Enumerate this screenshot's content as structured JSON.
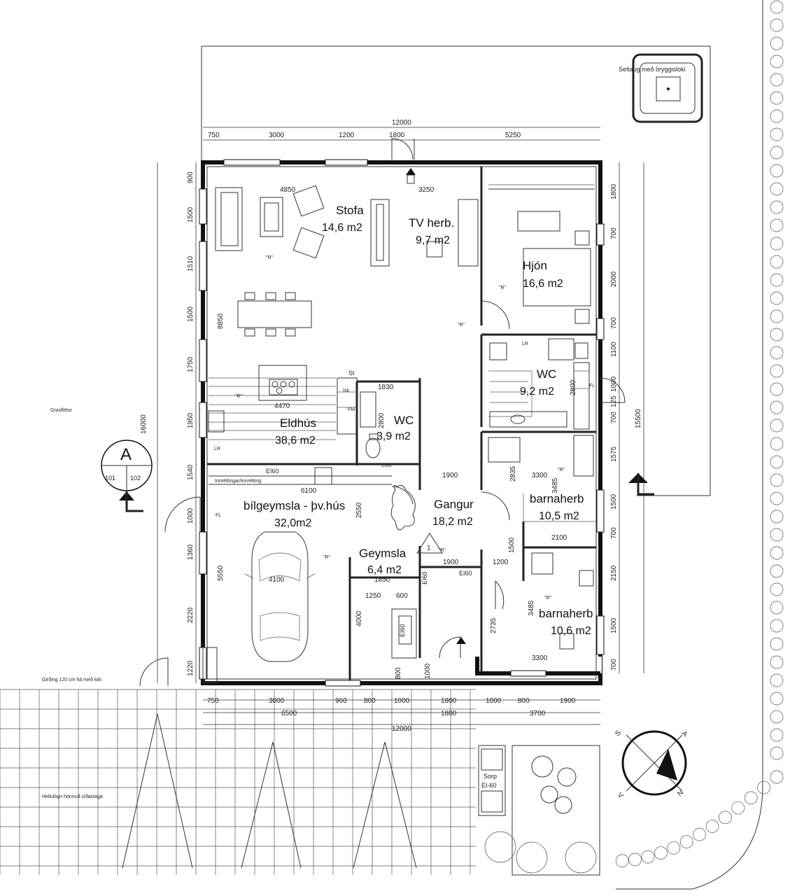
{
  "rooms": {
    "stofa": {
      "name": "Stofa",
      "area": "14,6 m2"
    },
    "tv": {
      "name": "TV herb.",
      "area": "9,7 m2"
    },
    "hjon": {
      "name": "Hjón",
      "area": "16,6 m2"
    },
    "wc_large": {
      "name": "WC",
      "area": "9,2 m2"
    },
    "eldhus": {
      "name": "Eldhús",
      "area": "38,6 m2"
    },
    "wc_small": {
      "name": "WC",
      "area": "3,9 m2"
    },
    "bilgeymsla": {
      "name": "bílgeymsla - þv.hús",
      "area": "32,0m2"
    },
    "gangur": {
      "name": "Gangur",
      "area": "18,2 m2"
    },
    "geymsla": {
      "name": "Geymsla",
      "area": "6,4 m2"
    },
    "barnaherb1": {
      "name": "barnaherb",
      "area": "10,5 m2"
    },
    "barnaherb2": {
      "name": "barnaherb",
      "area": "10,6 m2"
    }
  },
  "labels": {
    "setlaug": "Setlaug með öryggisloki",
    "grasflotur": "Grasflötur",
    "hellulogn": "Hellulögn hönnuð síðastaga",
    "girding": "Girðing 120 cm há með loki",
    "sorp1": "Sorp",
    "sorp2": "EI-60",
    "section_letter": "A",
    "section_left": "101",
    "section_right": "102",
    "elev_marker": "1",
    "innrett": "Innréttingar/innrétting",
    "r_mark": "\"R\"",
    "lr": "LR",
    "st": "St",
    "isk": "Ísk",
    "fl": "FL",
    "fm": "FM"
  },
  "fire": {
    "ei60": "EI60",
    "ei60b": "EI60",
    "ei60c": "EI60",
    "ei60d": "EI60",
    "ei60e": "EI60"
  },
  "dims_top": {
    "total": "12000",
    "d1": "750",
    "d2": "3000",
    "d3": "1200",
    "d4": "1800",
    "d5": "5250"
  },
  "dims_bottom": {
    "d1": "750",
    "d2": "3000",
    "d3": "960",
    "d4": "800",
    "d5": "1000",
    "d6": "1800",
    "d7": "1000",
    "d8": "800",
    "d9": "1900",
    "r2a": "6500",
    "r2b": "1800",
    "r2c": "3700",
    "total": "12000"
  },
  "dims_left": {
    "total": "16000",
    "d1": "900",
    "d2": "1500",
    "d3": "1510",
    "d4": "1500",
    "d5": "1750",
    "d6": "1950",
    "d7": "1540",
    "d8": "1000",
    "d9": "1360",
    "d10": "2220",
    "d11": "1220"
  },
  "dims_right": {
    "d1": "1800",
    "d2": "700",
    "d3": "2000",
    "d4": "700",
    "d5": "1100",
    "d6": "1000",
    "d7": "125",
    "d8": "700",
    "d9": "1575",
    "d10": "1500",
    "d11": "700",
    "d12": "2150",
    "d13": "1500",
    "d14": "700",
    "total": "15500"
  },
  "dims_inner": {
    "a": "4850",
    "b": "3250",
    "c": "8850",
    "d": "4470",
    "e": "1830",
    "f": "2800",
    "g": "6100",
    "h": "2550",
    "i": "1900",
    "j": "2835",
    "k": "3300",
    "l": "3485",
    "m": "2100",
    "n": "1500",
    "o": "1900",
    "p": "1200",
    "q": "1850",
    "r": "4100",
    "s": "5550",
    "t": "1250",
    "u": "600",
    "v": "4000",
    "w": "800",
    "x": "1000",
    "y": "2735",
    "z": "3485",
    "aa": "3300",
    "ab": "2800"
  },
  "compass": {
    "s": "S",
    "n": "N",
    "a": "A",
    "v": "V"
  }
}
